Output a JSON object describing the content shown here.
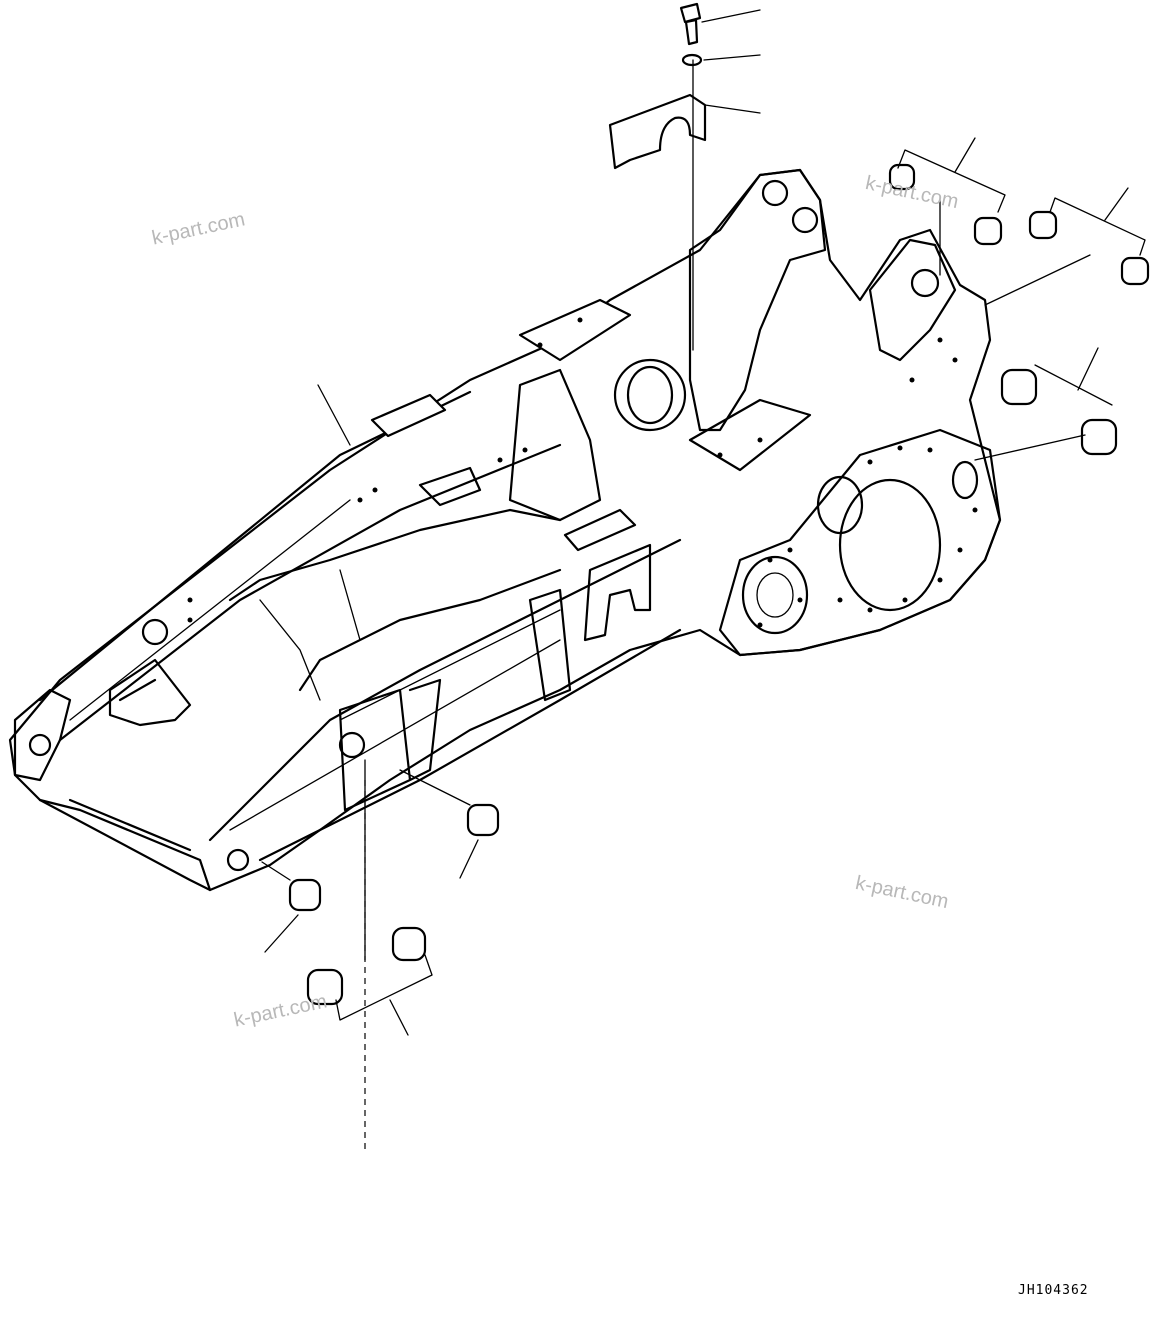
{
  "watermarks": [
    "k-part.com",
    "k-part.com",
    "k-part.com",
    "k-part.com"
  ],
  "drawing_code": "JH104362",
  "colors": {
    "line": "#000000",
    "background": "#ffffff",
    "watermark": "#b8b8b8"
  }
}
